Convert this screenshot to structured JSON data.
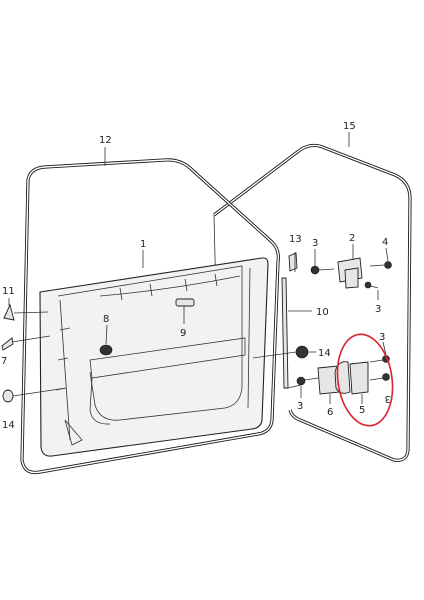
{
  "callouts": {
    "c1": "1",
    "c2": "2",
    "c3a": "3",
    "c3b": "3",
    "c3c": "3",
    "c3d": "3",
    "c3e": "3",
    "c4": "4",
    "c5": "5",
    "c6": "6",
    "c7": "7",
    "c8": "8",
    "c9": "9",
    "c10": "10",
    "c11": "11",
    "c12": "12",
    "c13": "13",
    "c14a": "14",
    "c14b": "14",
    "c15": "15"
  },
  "colors": {
    "highlight": "#d9262c",
    "line": "#222222",
    "background": "#ffffff"
  }
}
